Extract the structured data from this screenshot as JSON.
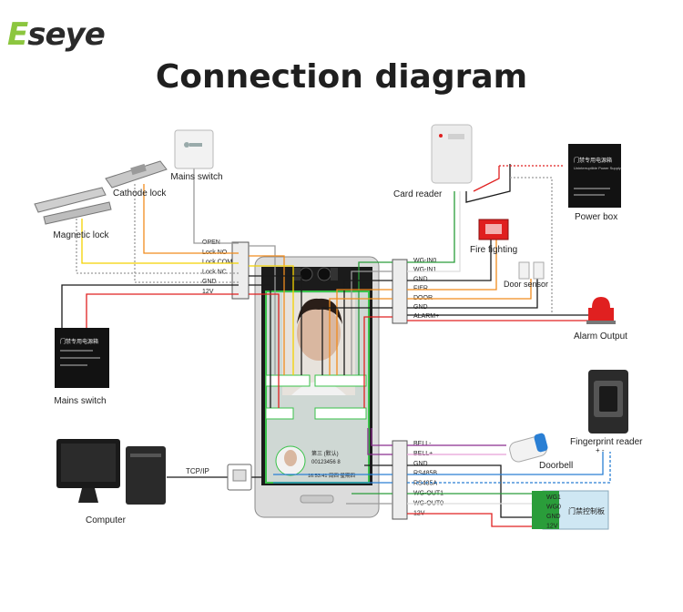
{
  "brand": {
    "first_letter": "E",
    "rest": "seye"
  },
  "title": "Connection diagram",
  "labels": {
    "mains_switch_top": "Mains switch",
    "cathode_lock": "Cathode lock",
    "magnetic_lock": "Magnetic lock",
    "mains_switch_left": "Mains switch",
    "card_reader": "Card reader",
    "power_box": "Power box",
    "fire_fighting": "Fire fighting",
    "door_sensor": "Door sensor",
    "alarm_output": "Alarm Output",
    "fingerprint_reader": "Fingerprint reader",
    "doorbell": "Doorbell",
    "computer": "Computer",
    "tcp_ip": "TCP/IP"
  },
  "relay_terminal": [
    "OPEN",
    "Lock NO",
    "Lock COM",
    "Lock NC",
    "GND",
    "12V"
  ],
  "right_top_terminal": [
    "WG-IN0",
    "WG-IN1",
    "GND",
    "FIER",
    "DOOR",
    "GND",
    "ALARM+"
  ],
  "right_bottom_terminal": [
    "BELL-",
    "BELL+",
    "GND",
    "RS485B",
    "RS485A",
    "WG-OUT1",
    "WG-OUT0",
    "12V"
  ],
  "controller": {
    "pins": [
      "WG1",
      "WG0",
      "GND",
      "12V"
    ],
    "label": "门禁控制板"
  },
  "power_supply_text": "门禁专用电源箱",
  "power_supply_subtext": "Uninterruptible Power Supply",
  "screen": {
    "info_line1": "第三 (默认)",
    "info_line2": "00123456 8",
    "time": "16:53:41 周四 星期四"
  },
  "fingerprint_plus_minus": "+ -",
  "colors": {
    "red": "#e02020",
    "yellow": "#f3d200",
    "orange": "#f08c1e",
    "green": "#2a9d3a",
    "blue": "#2a7fd4",
    "purple": "#8b2f8f",
    "black": "#1a1a1a",
    "gray": "#9a9a9a",
    "brand_green": "#8cc63f"
  }
}
